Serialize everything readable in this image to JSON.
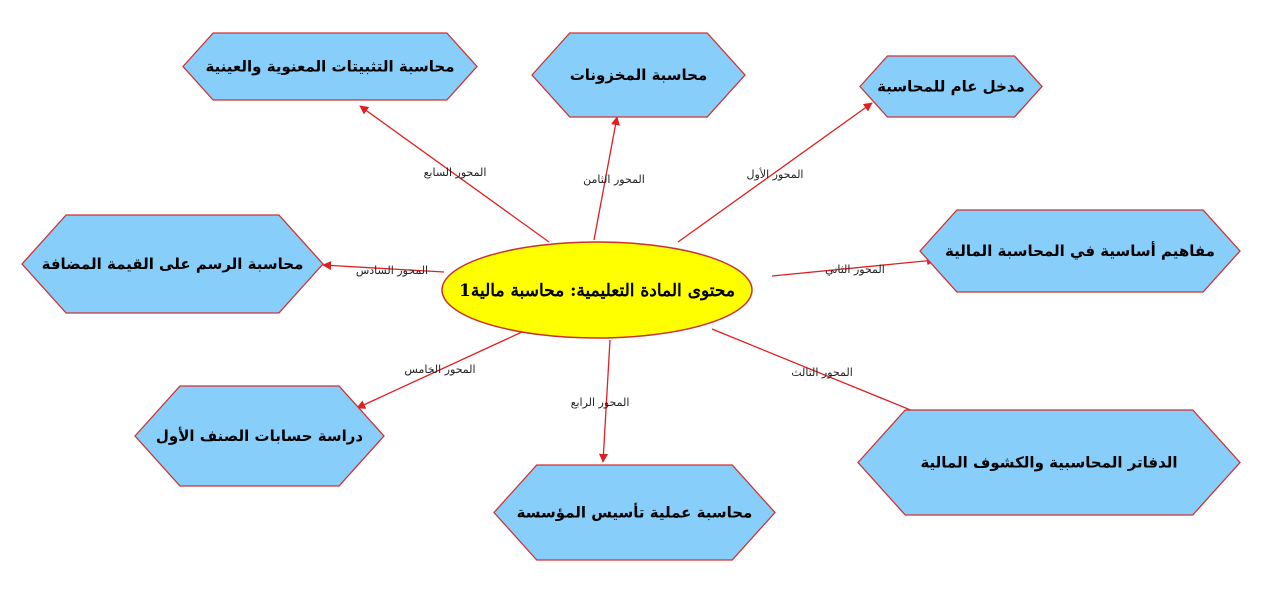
{
  "colors": {
    "node_fill": "#87CEFA",
    "node_stroke": "#D03030",
    "center_fill": "#FFFF00",
    "center_stroke": "#C83232",
    "edge": "#E02020"
  },
  "center": {
    "label": "محتوى المادة التعليمية: محاسبة مالية1"
  },
  "nodes": [
    {
      "id": "n1",
      "label": "مدخل عام للمحاسبة",
      "edge_label": "المحور الأول"
    },
    {
      "id": "n2",
      "label": "مفاهيم أساسية في المحاسبة المالية",
      "edge_label": "المحور الثاني"
    },
    {
      "id": "n3",
      "label": "الدفاتر المحاسبية والكشوف المالية",
      "edge_label": "المحور الثالث"
    },
    {
      "id": "n4",
      "label": "محاسبة عملية تأسيس المؤسسة",
      "edge_label": "المحور الرابع"
    },
    {
      "id": "n5",
      "label": "دراسة حسابات الصنف الأول",
      "edge_label": "المحور الخامس"
    },
    {
      "id": "n6",
      "label": "محاسبة الرسم على القيمة المضافة",
      "edge_label": "المحور السادس"
    },
    {
      "id": "n7",
      "label": "محاسبة التثبيتات المعنوية والعينية",
      "edge_label": "المحور السابع"
    },
    {
      "id": "n8",
      "label": "محاسبة المخزونات",
      "edge_label": "المحور الثامن"
    }
  ]
}
